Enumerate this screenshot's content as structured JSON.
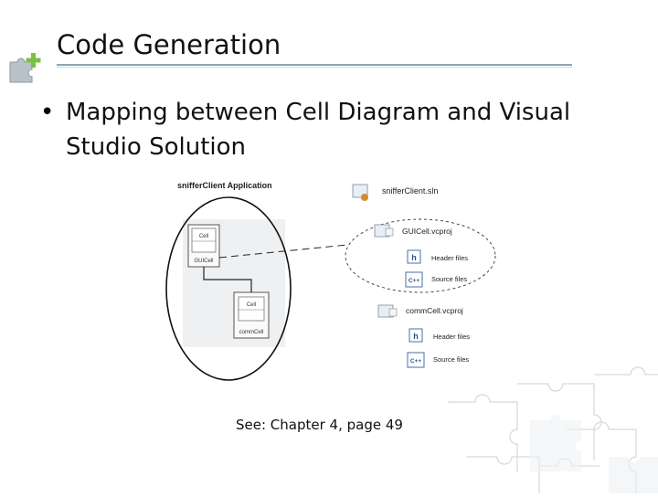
{
  "slide": {
    "title": "Code Generation",
    "bullet": "Mapping between Cell Diagram and Visual Studio Solution",
    "caption": "See: Chapter 4,  page 49"
  },
  "diagram": {
    "app_label": "snifferClient Application",
    "cell_gui": {
      "stereotype": "Cell",
      "name": "GUICell"
    },
    "cell_comm": {
      "stereotype": "Cell",
      "name": "commCell"
    },
    "solution": {
      "name": "snifferClient.sln"
    },
    "projects": [
      {
        "name": "GUICell.vcproj",
        "items": [
          {
            "icon": "h",
            "label": "Header files"
          },
          {
            "icon": "C++",
            "label": "Source files"
          }
        ]
      },
      {
        "name": "commCell.vcproj",
        "items": [
          {
            "icon": "h",
            "label": "Header files"
          },
          {
            "icon": "C++",
            "label": "Source files"
          }
        ]
      }
    ]
  },
  "colors": {
    "title_rule": "#8aa6b8",
    "puzzle_green": "#7ac142",
    "puzzle_gray": "#b9c2c8"
  }
}
